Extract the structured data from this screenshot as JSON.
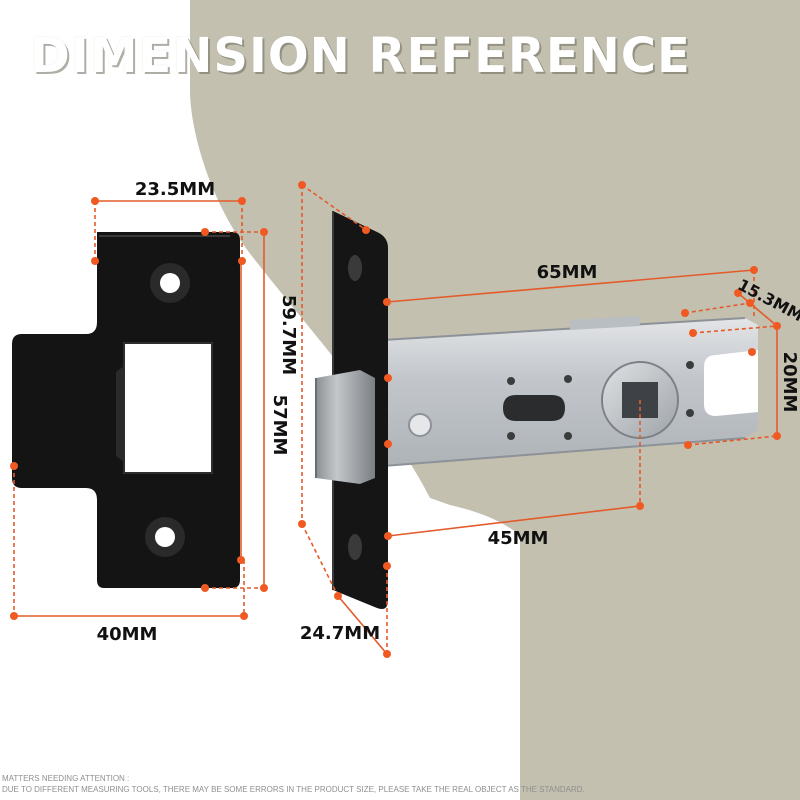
{
  "title": "DIMENSION REFERENCE",
  "dimensions": {
    "strike_width_top": "23.5MM",
    "strike_height_outer": "59.7MM",
    "strike_height_inner": "57MM",
    "strike_width_bottom": "40MM",
    "latch_length": "65MM",
    "latch_depth": "15.3MM",
    "latch_height": "20MM",
    "latch_backset": "45MM",
    "faceplate_width": "24.7MM"
  },
  "notes": {
    "heading": "MATTERS NEEDING ATTENTION :",
    "text": "DUE TO DIFFERENT MEASURING TOOLS, THERE MAY BE SOME ERRORS IN THE PRODUCT SIZE, PLEASE TAKE THE REAL OBJECT AS THE STANDARD."
  },
  "colors": {
    "background_shape": "#c3c0b0",
    "dimension_line": "#e45b2a",
    "dimension_dot": "#f05a22",
    "metal_black": "#111111",
    "steel": "#cfd2d6"
  }
}
